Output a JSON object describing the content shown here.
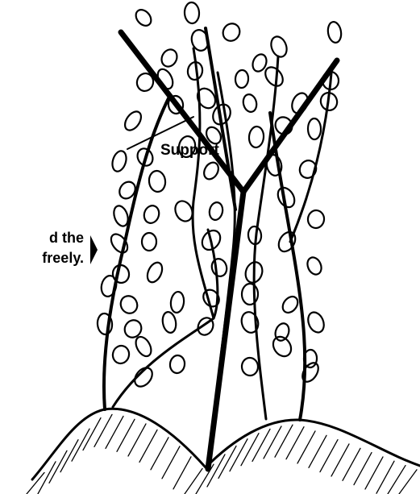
{
  "labels": {
    "support": "Support",
    "caption_line_1": "d  the",
    "caption_line_2": "freely."
  },
  "colors": {
    "ink": "#000000",
    "paper": "#ffffff"
  },
  "icons": {
    "pointer": "right-triangle-pointer-icon"
  }
}
